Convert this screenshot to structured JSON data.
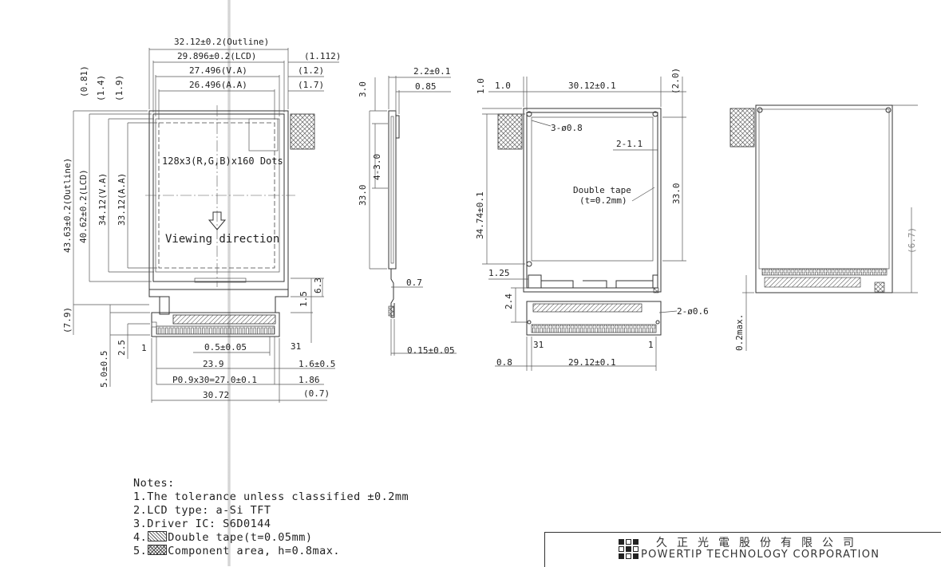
{
  "front_view": {
    "dims_top": [
      "32.12±0.2(Outline)",
      "29.896±0.2(LCD)",
      "27.496(V.A)",
      "26.496(A.A)"
    ],
    "dims_top_right": [
      "(1.112)",
      "(1.2)",
      "(1.7)"
    ],
    "dims_left_vertical": [
      "(0.81)",
      "(1.4)",
      "(1.9)",
      "43.63±0.2(Outline)",
      "40.62±0.2(LCD)",
      "34.12(V.A)",
      "33.12(A.A)",
      "(7.9)",
      "2.5",
      "5.0±0.5"
    ],
    "resolution_label": "128x3(R,G,B)x160 Dots",
    "viewing_label": "Viewing direction",
    "dims_right_vertical": [
      "6.3",
      "1.5"
    ],
    "pin_labels": [
      "1",
      "31"
    ],
    "dims_bottom": [
      "0.5±0.05",
      "23.9",
      "1.6±0.5",
      "P0.9x30=27.0±0.1",
      "1.86",
      "30.72",
      "(0.7)"
    ]
  },
  "side_view": {
    "dims": [
      "2.2±0.1",
      "0.85",
      "3.0",
      "4-3.0",
      "33.0",
      "0.7",
      "0.15±0.05"
    ]
  },
  "back_view": {
    "dims": [
      "1.0",
      "30.12±0.1",
      "(2.0)",
      "1.0",
      "3-ø0.8",
      "2-1.1",
      "34.74±0.1",
      "33.0",
      "1.25",
      "2.4",
      "2-ø0.6",
      "0.8",
      "29.12±0.1"
    ],
    "tape_label_1": "Double tape",
    "tape_label_2": "(t=0.2mm)",
    "pin_labels": [
      "31",
      "1"
    ]
  },
  "right_view": {
    "dims": [
      "(6.7)",
      "0.2max."
    ]
  },
  "notes": {
    "title": "Notes:",
    "items": [
      "1.The tolerance unless classified ±0.2mm",
      "2.LCD type: a-Si TFT",
      "3.Driver IC: S6D0144",
      "4.",
      "Double tape(t=0.05mm)",
      "5.",
      "Component area, h=0.8max."
    ]
  },
  "title_block": {
    "company_zh": "久正光電股份有限公司",
    "company_en": "POWERTIP TECHNOLOGY CORPORATION"
  }
}
